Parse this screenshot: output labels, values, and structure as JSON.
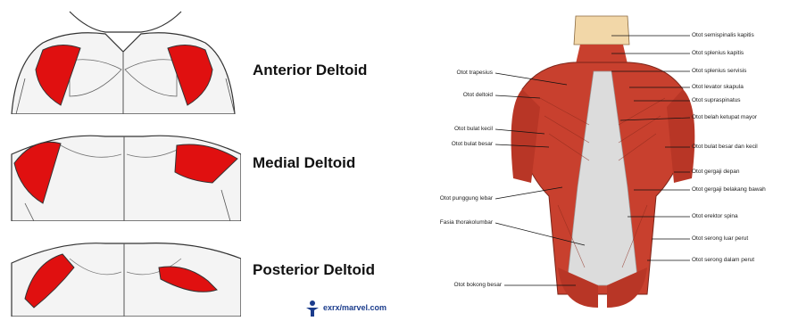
{
  "deltoid_views": [
    {
      "title": "Anterior Deltoid"
    },
    {
      "title": "Medial Deltoid"
    },
    {
      "title": "Posterior Deltoid"
    }
  ],
  "logo_text": "exrx/marvel.com",
  "back_muscles": {
    "left_labels": [
      "Otot trapesius",
      "Otot deltoid",
      "Otot bulat kecil",
      "Otot bulat besar",
      "Otot punggung lebar",
      "Fasia thorakolumbar",
      "Otot bokong besar"
    ],
    "right_labels": [
      "Otot semispinalis kapitis",
      "Otot splenius kapitis",
      "Otot splenius servisis",
      "Otot levator skapula",
      "Otot supraspinatus",
      "Otot belah ketupat mayor",
      "Otot bulat besar dan kecil",
      "Otot gergaji depan",
      "Otot gergaji belakang bawah",
      "Otot erektor spina",
      "Otot serong luar perut",
      "Otot serong dalam perut"
    ]
  },
  "colors": {
    "deltoid_highlight": "#e01010",
    "muscle": "#c8402e",
    "fascia": "#dcdcdc"
  }
}
